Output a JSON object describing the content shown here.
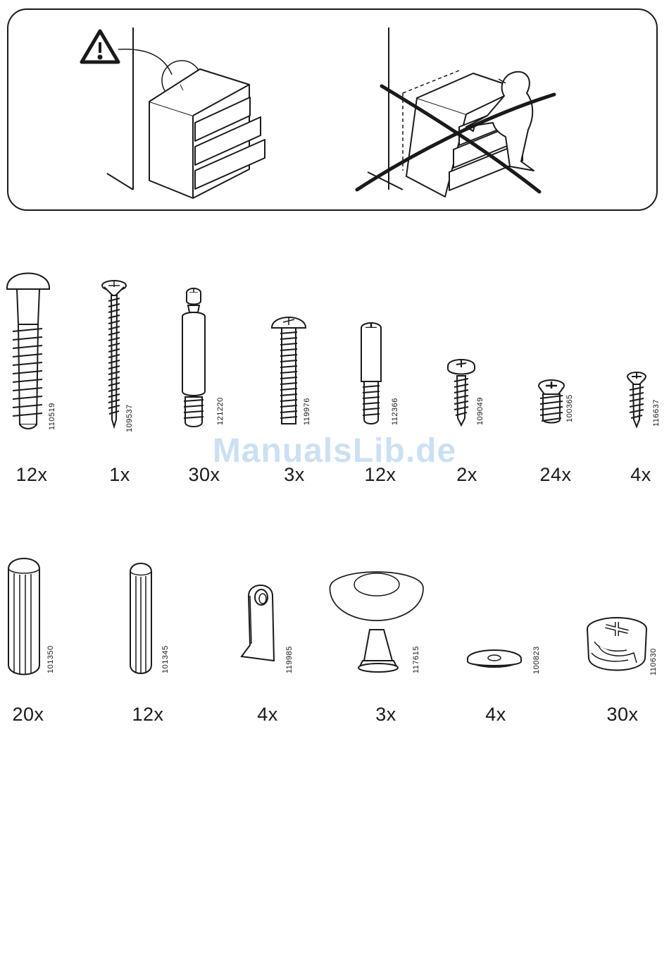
{
  "colors": {
    "ink": "#1a1a1a",
    "watermark": "#bcd6f0"
  },
  "warning": {
    "icon": "warning-triangle-icon",
    "prohibited_icon": "cross-out-icon"
  },
  "watermark": "ManualsLib.de",
  "row1": [
    {
      "part_number": "110519",
      "quantity": "12x"
    },
    {
      "part_number": "109537",
      "quantity": "1x"
    },
    {
      "part_number": "121220",
      "quantity": "30x"
    },
    {
      "part_number": "119976",
      "quantity": "3x"
    },
    {
      "part_number": "112366",
      "quantity": "12x"
    },
    {
      "part_number": "109049",
      "quantity": "2x"
    },
    {
      "part_number": "100365",
      "quantity": "24x"
    },
    {
      "part_number": "116637",
      "quantity": "4x"
    }
  ],
  "row2": [
    {
      "part_number": "101350",
      "quantity": "20x"
    },
    {
      "part_number": "101345",
      "quantity": "12x"
    },
    {
      "part_number": "119985",
      "quantity": "4x"
    },
    {
      "part_number": "117615",
      "quantity": "3x"
    },
    {
      "part_number": "100823",
      "quantity": "4x"
    },
    {
      "part_number": "110630",
      "quantity": "30x"
    }
  ]
}
